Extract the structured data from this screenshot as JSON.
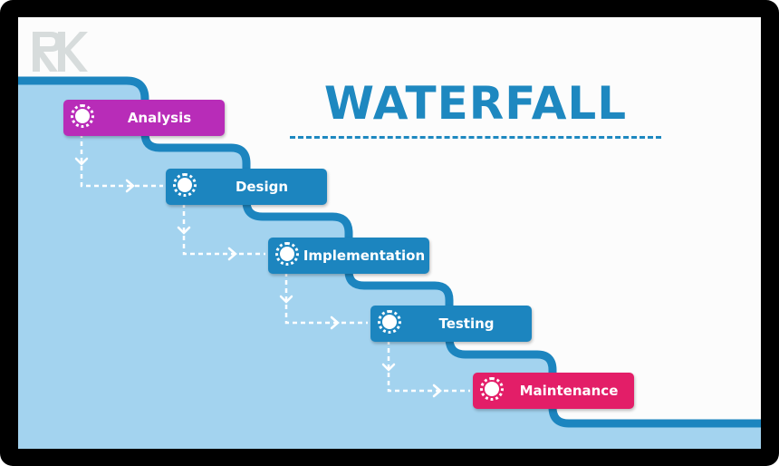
{
  "title": "WATERFALL",
  "logo_text": "RK",
  "colors": {
    "background": "#fcfcfc",
    "water": "#a3d3ef",
    "outline": "#1c85bf",
    "step_blue": "#1c85bf",
    "step_purple": "#b82cb8",
    "step_pink": "#e31e68",
    "connector": "#ffffff"
  },
  "steps": [
    {
      "label": "Analysis",
      "color": "#b82cb8"
    },
    {
      "label": "Design",
      "color": "#1c85bf"
    },
    {
      "label": "Implementation",
      "color": "#1c85bf"
    },
    {
      "label": "Testing",
      "color": "#1c85bf"
    },
    {
      "label": "Maintenance",
      "color": "#e31e68"
    }
  ]
}
